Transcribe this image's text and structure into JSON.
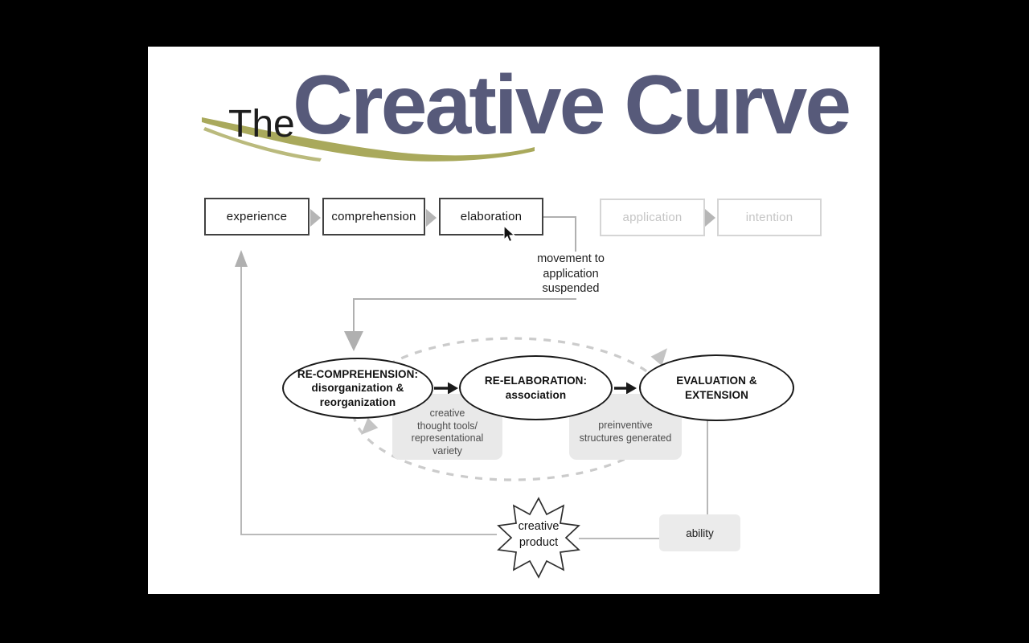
{
  "title": {
    "prefix": "The",
    "main": "Creative Curve"
  },
  "stage_flow": {
    "active_steps": [
      {
        "label": "experience"
      },
      {
        "label": "comprehension"
      },
      {
        "label": "elaboration"
      }
    ],
    "inactive_steps": [
      {
        "label": "application"
      },
      {
        "label": "intention"
      }
    ]
  },
  "note": {
    "lines": [
      "movement to",
      "application",
      "suspended"
    ]
  },
  "cycle": {
    "nodes": [
      {
        "heading": "RE-COMPREHENSION:",
        "line2": "disorganization &",
        "line3": "reorganization"
      },
      {
        "heading": "RE-ELABORATION:",
        "line2": "association"
      },
      {
        "heading": "EVALUATION &",
        "line2": "EXTENSION"
      }
    ],
    "labels": [
      {
        "lines": [
          "creative",
          "thought tools/",
          "representational",
          "variety"
        ]
      },
      {
        "lines": [
          "preinventive",
          "structures generated"
        ]
      }
    ]
  },
  "outputs": {
    "product_lines": [
      "creative",
      "product"
    ],
    "ability_label": "ability"
  },
  "colors": {
    "title_main": "#575a7a",
    "brushstroke": "#a9a95c",
    "connector_gray": "#b0b0b0",
    "dashed_cycle_gray": "#cbcbcb",
    "label_fill": "#e9e9e9",
    "inactive_gray": "#c5c5c5",
    "node_border_black": "#1a1a1a",
    "slide_background": "#ffffff",
    "page_background": "#000000"
  }
}
